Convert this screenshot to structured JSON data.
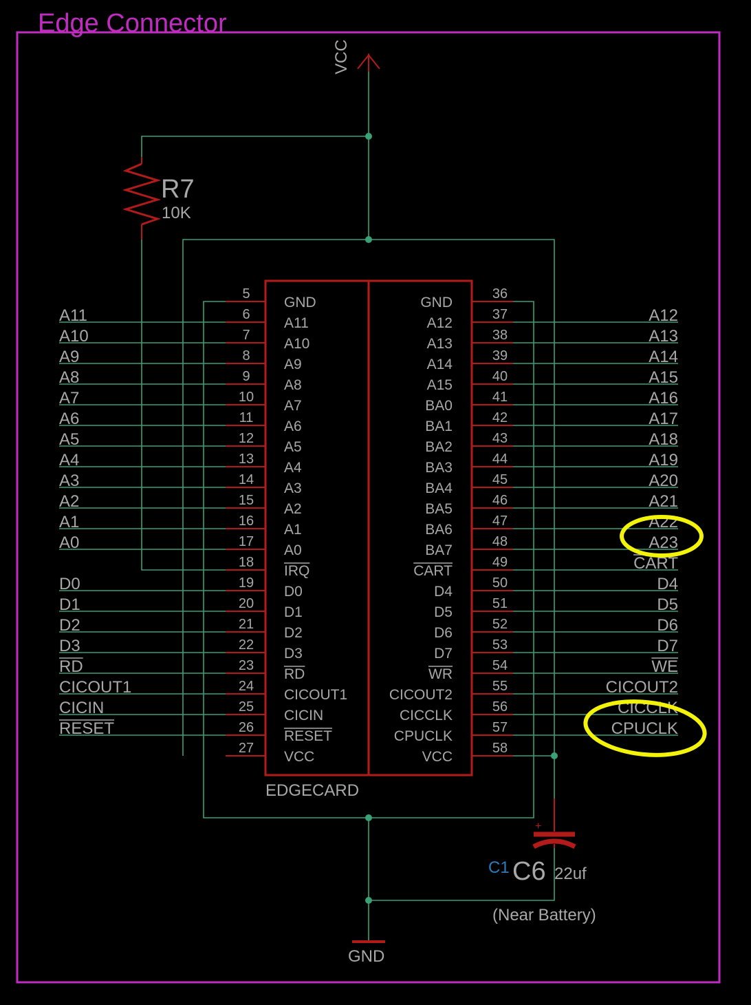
{
  "frame": {
    "title": "Edge Connector",
    "border_color": "#c02bc0"
  },
  "colors": {
    "wire": "#3aa076",
    "part": "#b31b1b",
    "text": "#a8a8a8",
    "highlight": "#f2f20a",
    "c1": "#2b7bbf"
  },
  "power": {
    "vcc": "VCC",
    "gnd": "GND"
  },
  "resistor": {
    "name": "R7",
    "value": "10K"
  },
  "capacitor": {
    "prefix": "C1",
    "name": "C6",
    "value": "22uf",
    "note": "(Near Battery)",
    "polarity": "+"
  },
  "connector": {
    "name": "EDGECARD",
    "left_pins": [
      {
        "num": "5",
        "name": "GND",
        "net": ""
      },
      {
        "num": "6",
        "name": "A11",
        "net": "A11"
      },
      {
        "num": "7",
        "name": "A10",
        "net": "A10"
      },
      {
        "num": "8",
        "name": "A9",
        "net": "A9"
      },
      {
        "num": "9",
        "name": "A8",
        "net": "A8"
      },
      {
        "num": "10",
        "name": "A7",
        "net": "A7"
      },
      {
        "num": "11",
        "name": "A6",
        "net": "A6"
      },
      {
        "num": "12",
        "name": "A5",
        "net": "A5"
      },
      {
        "num": "13",
        "name": "A4",
        "net": "A4"
      },
      {
        "num": "14",
        "name": "A3",
        "net": "A3"
      },
      {
        "num": "15",
        "name": "A2",
        "net": "A2"
      },
      {
        "num": "16",
        "name": "A1",
        "net": "A1"
      },
      {
        "num": "17",
        "name": "A0",
        "net": "A0"
      },
      {
        "num": "18",
        "name": "IRQ",
        "net": "",
        "bar": true
      },
      {
        "num": "19",
        "name": "D0",
        "net": "D0"
      },
      {
        "num": "20",
        "name": "D1",
        "net": "D1"
      },
      {
        "num": "21",
        "name": "D2",
        "net": "D2"
      },
      {
        "num": "22",
        "name": "D3",
        "net": "D3"
      },
      {
        "num": "23",
        "name": "RD",
        "net": "RD",
        "bar": true,
        "netbar": true
      },
      {
        "num": "24",
        "name": "CICOUT1",
        "net": "CICOUT1"
      },
      {
        "num": "25",
        "name": "CICIN",
        "net": "CICIN"
      },
      {
        "num": "26",
        "name": "RESET",
        "net": "RESET",
        "bar": true,
        "netbar": true
      },
      {
        "num": "27",
        "name": "VCC",
        "net": ""
      }
    ],
    "right_pins": [
      {
        "num": "36",
        "name": "GND",
        "net": ""
      },
      {
        "num": "37",
        "name": "A12",
        "net": "A12"
      },
      {
        "num": "38",
        "name": "A13",
        "net": "A13"
      },
      {
        "num": "39",
        "name": "A14",
        "net": "A14"
      },
      {
        "num": "40",
        "name": "A15",
        "net": "A15"
      },
      {
        "num": "41",
        "name": "BA0",
        "net": "A16"
      },
      {
        "num": "42",
        "name": "BA1",
        "net": "A17"
      },
      {
        "num": "43",
        "name": "BA2",
        "net": "A18"
      },
      {
        "num": "44",
        "name": "BA3",
        "net": "A19"
      },
      {
        "num": "45",
        "name": "BA4",
        "net": "A20"
      },
      {
        "num": "46",
        "name": "BA5",
        "net": "A21"
      },
      {
        "num": "47",
        "name": "BA6",
        "net": "A22"
      },
      {
        "num": "48",
        "name": "BA7",
        "net": "A23"
      },
      {
        "num": "49",
        "name": "CART",
        "net": "CART",
        "bar": true,
        "netbar": true
      },
      {
        "num": "50",
        "name": "D4",
        "net": "D4"
      },
      {
        "num": "51",
        "name": "D5",
        "net": "D5"
      },
      {
        "num": "52",
        "name": "D6",
        "net": "D6"
      },
      {
        "num": "53",
        "name": "D7",
        "net": "D7"
      },
      {
        "num": "54",
        "name": "WR",
        "net": "WE",
        "bar": true,
        "netbar": true
      },
      {
        "num": "55",
        "name": "CICOUT2",
        "net": "CICOUT2"
      },
      {
        "num": "56",
        "name": "CICCLK",
        "net": "CICCLK"
      },
      {
        "num": "57",
        "name": "CPUCLK",
        "net": "CPUCLK"
      },
      {
        "num": "58",
        "name": "VCC",
        "net": ""
      }
    ]
  },
  "highlights": [
    "A23",
    "CPUCLK"
  ]
}
